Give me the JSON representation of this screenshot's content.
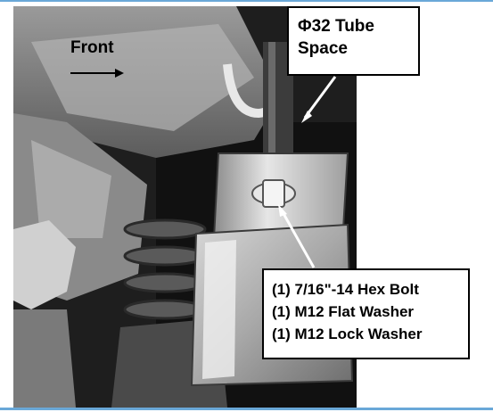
{
  "callouts": {
    "tube": {
      "line1": "Φ32 Tube",
      "line2": "Space"
    },
    "hardware": {
      "items": [
        "(1) 7/16\"-14 Hex Bolt",
        "(1) M12 Flat Washer",
        "(1) M12 Lock Washer"
      ]
    }
  },
  "direction_label": {
    "text": "Front"
  },
  "colors": {
    "accent_rule": "#6aa8d8",
    "photo_dark": "#2a2a2a",
    "callout_border": "#000000"
  }
}
